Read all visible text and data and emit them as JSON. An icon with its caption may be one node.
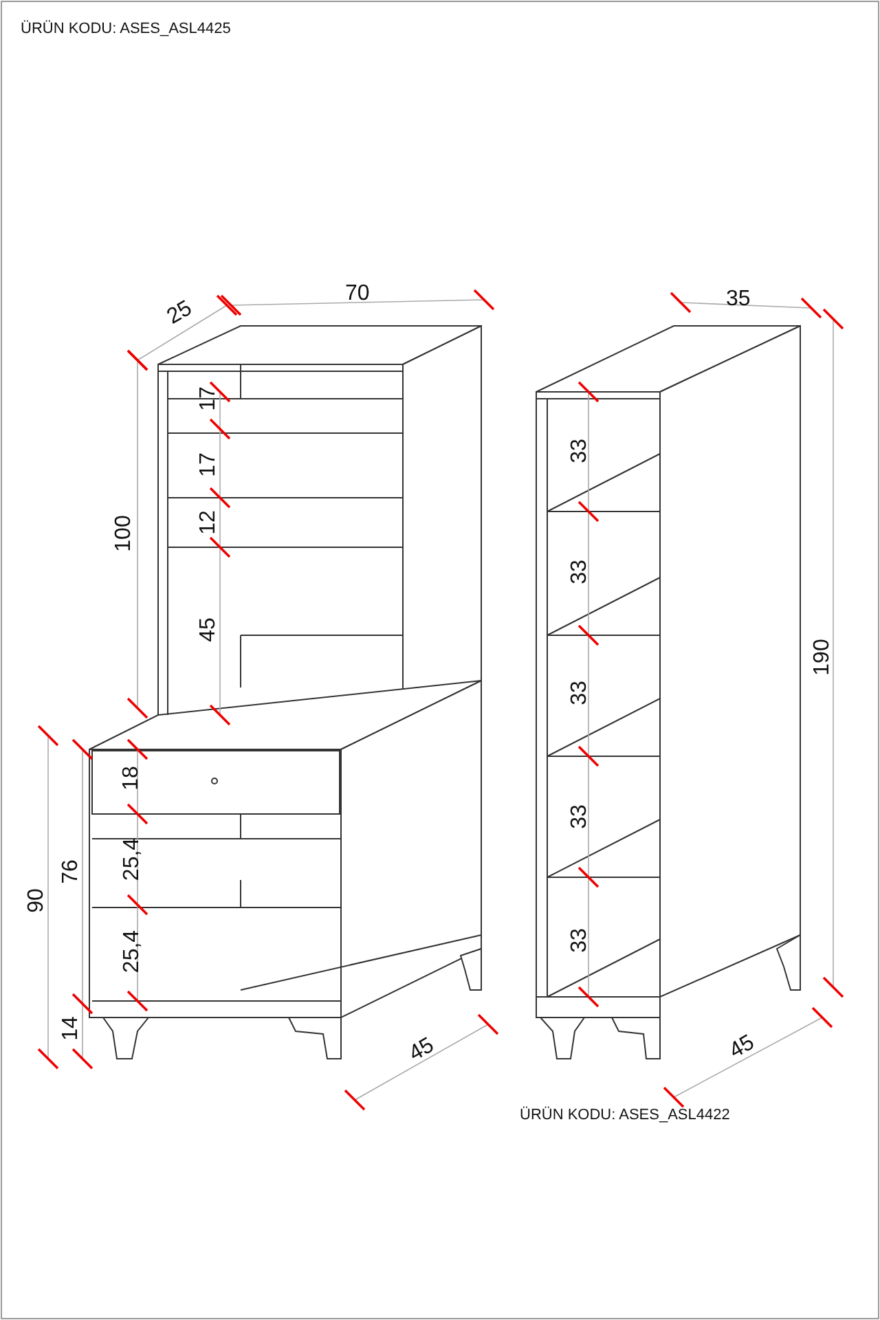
{
  "diagram": {
    "labels": [
      "ÜRÜN KODU: ASES_ASL4425",
      "25",
      "70",
      "100",
      "17",
      "17",
      "12",
      "45",
      "18",
      "90",
      "76",
      "25,4",
      "25,4",
      "14",
      "45",
      "35",
      "33",
      "33",
      "33",
      "33",
      "33",
      "190",
      "45",
      "ÜRÜN KODU: ASES_ASL4422"
    ]
  }
}
